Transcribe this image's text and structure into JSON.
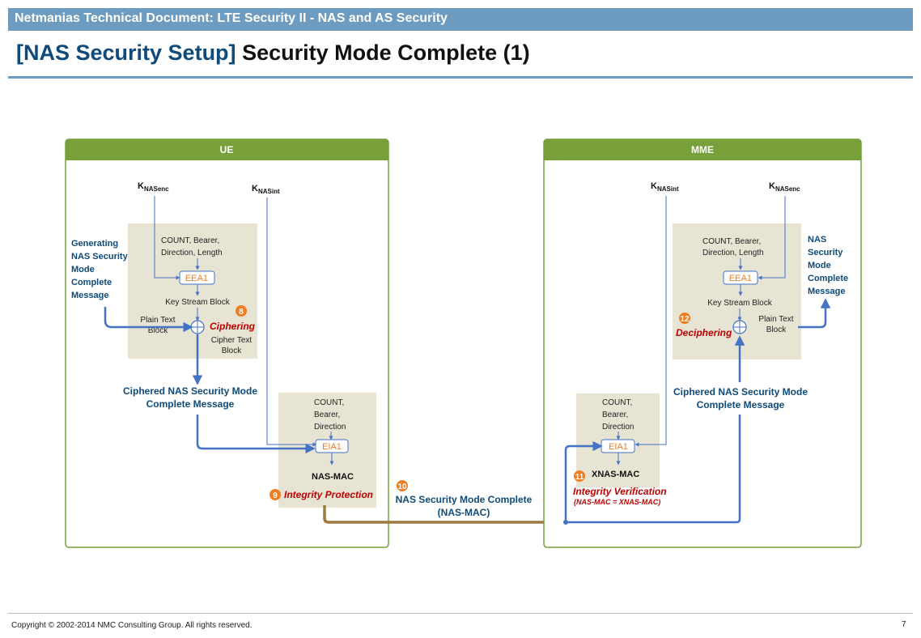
{
  "header": {
    "text": "Netmanias Technical Document: LTE Security II - NAS and AS Security"
  },
  "title": {
    "bracket": "[NAS Security Setup]",
    "main": "Security Mode Complete (1)"
  },
  "ue": {
    "panel_title": "UE",
    "key_enc": {
      "k": "K",
      "sub": "NASenc"
    },
    "key_int": {
      "k": "K",
      "sub": "NASint"
    },
    "generating": [
      "Generating",
      "NAS Security",
      "Mode",
      "Complete",
      "Message"
    ],
    "cipher_params": [
      "COUNT, Bearer,",
      "Direction, Length"
    ],
    "eea": "EEA1",
    "key_stream": "Key Stream Block",
    "plain_text": [
      "Plain Text",
      "Block"
    ],
    "cipher_text": [
      "Cipher Text",
      "Block"
    ],
    "step_cipher": {
      "num": "8",
      "label": "Ciphering"
    },
    "ciphered_msg": [
      "Ciphered NAS Security Mode",
      "Complete Message"
    ],
    "int_params": [
      "COUNT,",
      "Bearer,",
      "Direction"
    ],
    "eia": "EIA1",
    "mac": "NAS-MAC",
    "step_int": {
      "num": "9",
      "label": "Integrity Protection"
    }
  },
  "transfer": {
    "num": "10",
    "lines": [
      "NAS Security Mode Complete",
      "(NAS-MAC)"
    ]
  },
  "mme": {
    "panel_title": "MME",
    "key_int": {
      "k": "K",
      "sub": "NASint"
    },
    "key_enc": {
      "k": "K",
      "sub": "NASenc"
    },
    "int_params": [
      "COUNT,",
      "Bearer,",
      "Direction"
    ],
    "eia": "EIA1",
    "xmac": "XNAS-MAC",
    "step_verify": {
      "num": "11",
      "label": "Integrity Verification",
      "note": "(NAS-MAC = XNAS-MAC)"
    },
    "cipher_params": [
      "COUNT, Bearer,",
      "Direction, Length"
    ],
    "eea": "EEA1",
    "key_stream": "Key Stream Block",
    "plain_text": [
      "Plain Text",
      "Block"
    ],
    "step_decipher": {
      "num": "12",
      "label": "Deciphering"
    },
    "nas_msg": [
      "NAS",
      "Security",
      "Mode",
      "Complete",
      "Message"
    ],
    "ciphered_msg": [
      "Ciphered NAS Security Mode",
      "Complete Message"
    ]
  },
  "footer": {
    "copyright": "Copyright © 2002-2014 NMC Consulting Group. All rights reserved.",
    "page": "7"
  },
  "colors": {
    "header": "#6d9cc0",
    "panel_green": "#77a03a",
    "box_beige": "#e8e4d4",
    "navy": "#0e4a7c",
    "arrow_blue": "#4472c4",
    "red_label": "#c00000",
    "orange_badge": "#ef7d22",
    "transfer_brown": "#9c7b3f"
  }
}
